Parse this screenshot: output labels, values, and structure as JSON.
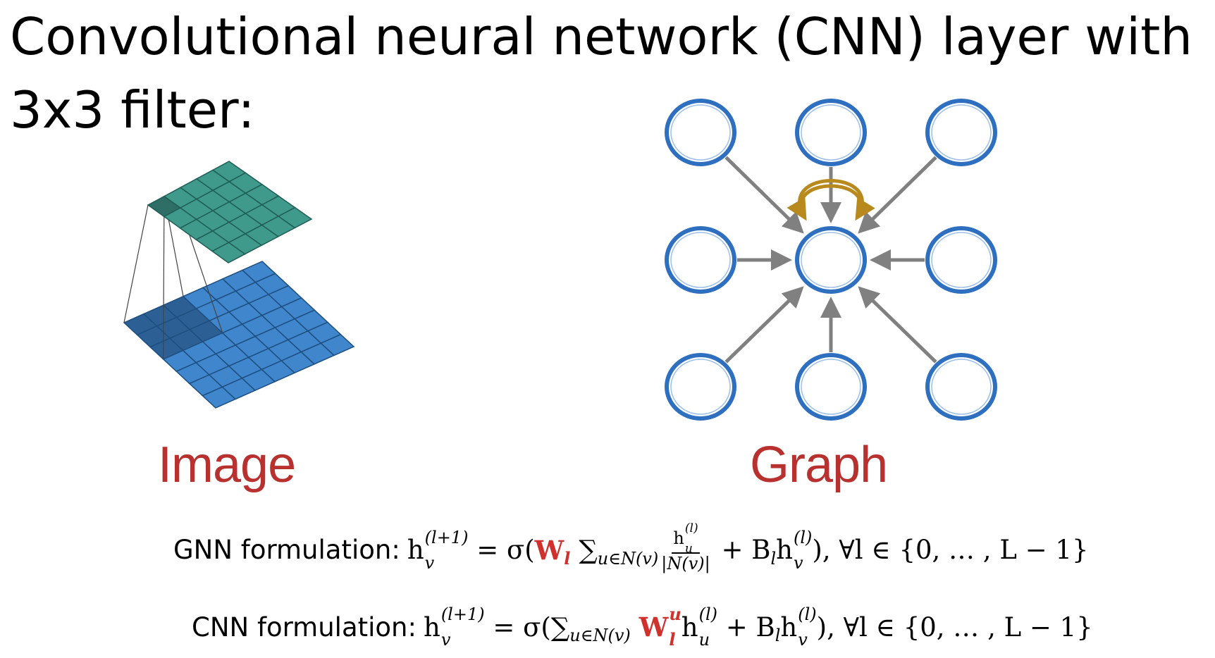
{
  "title": "Convolutional neural network (CNN) layer with 3x3 filter:",
  "image_caption": "Image",
  "graph_caption": "Graph",
  "colors": {
    "caption_red": "#b8312f",
    "node_blue": "#2e6fc0",
    "edge_gray": "#808080",
    "self_loop_gold": "#b88a1e",
    "input_grid": "#3f86cc",
    "output_grid": "#3f9a8c",
    "weight_red": "#d0312d"
  },
  "formulas": {
    "gnn_label": "GNN formulation:",
    "cnn_label": "CNN formulation:",
    "h": "h",
    "v": "v",
    "u": "u",
    "l_plus_1": "(l+1)",
    "l_sup": "(l)",
    "eq": " = σ(",
    "W": "W",
    "l": "l",
    "sum": "∑",
    "sum_sub": "u∈N(v)",
    "den": "|N(v)|",
    "plus_B": " + B",
    "tail": "), ∀l ∈ {0, … , L − 1}"
  },
  "graph": {
    "nodes": [
      "top-left",
      "top-center",
      "top-right",
      "middle-left",
      "center",
      "middle-right",
      "bottom-left",
      "bottom-center",
      "bottom-right"
    ],
    "edges_into_center": [
      "top-left",
      "top-center",
      "top-right",
      "middle-left",
      "middle-right",
      "bottom-left",
      "bottom-center",
      "bottom-right"
    ],
    "self_loop": true
  },
  "cnn_figure": {
    "input_grid_size": [
      7,
      7
    ],
    "output_grid_size": [
      5,
      5
    ],
    "filter_size": [
      3,
      3
    ]
  }
}
